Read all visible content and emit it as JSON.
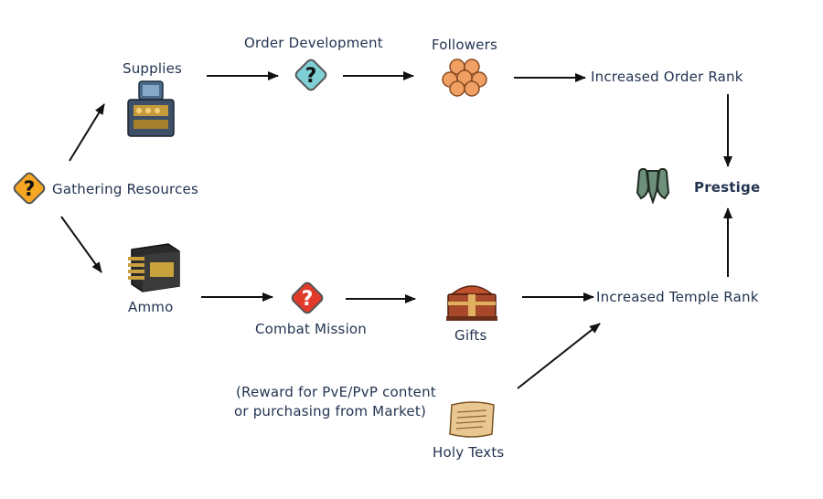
{
  "nodes": {
    "gathering": {
      "label": "Gathering Resources",
      "icon": "orange-question-diamond-icon"
    },
    "supplies": {
      "label": "Supplies",
      "icon": "supply-chest-icon"
    },
    "ammo": {
      "label": "Ammo",
      "icon": "ammo-crate-icon"
    },
    "order_dev": {
      "label": "Order Development",
      "icon": "teal-question-diamond-icon"
    },
    "followers": {
      "label": "Followers",
      "icon": "followers-cluster-icon"
    },
    "order_rank": {
      "label": "Increased Order Rank"
    },
    "combat": {
      "label": "Combat Mission",
      "icon": "red-question-diamond-icon"
    },
    "gifts": {
      "label": "Gifts",
      "icon": "gift-chest-icon"
    },
    "temple_rank": {
      "label": "Increased Temple Rank"
    },
    "prestige": {
      "label": "Prestige",
      "icon": "prestige-emblem-icon"
    },
    "holy_texts": {
      "label": "Holy Texts",
      "icon": "scroll-icon"
    },
    "reward_note": {
      "line1": "(Reward for PvE/PvP content",
      "line2": "or purchasing from Market)"
    }
  },
  "colors": {
    "text": "#233451",
    "arrow": "#111111",
    "orange": "#f5a623",
    "teal": "#7fcfd6",
    "red": "#e23a2a",
    "followers": "#f0a062",
    "prestige": "#6e8f7a"
  }
}
